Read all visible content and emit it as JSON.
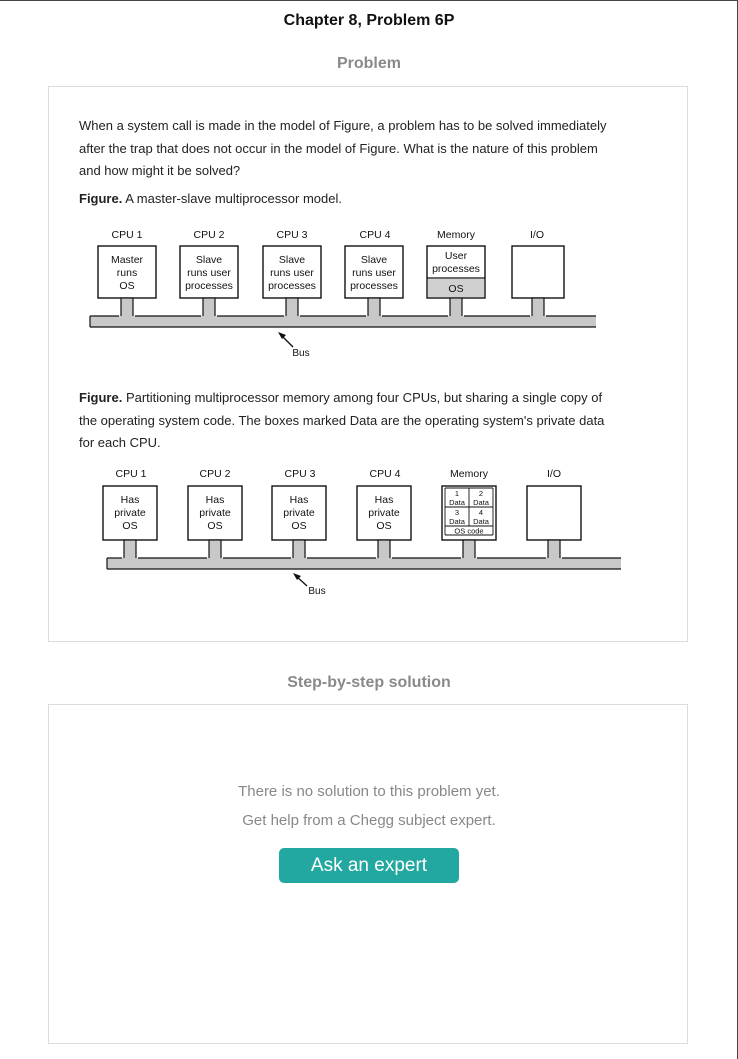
{
  "header": {
    "chapter_title": "Chapter 8, Problem 6P"
  },
  "problem": {
    "section_title": "Problem",
    "lines": [
      "When a system call is made in the model of Figure, a problem has to be solved immediately",
      "after the trap that does not occur in the model of Figure. What is the nature of this problem",
      "and how might it be solved?"
    ],
    "figure1": {
      "caption_label": "Figure.",
      "caption_text": " A master-slave multiprocessor model.",
      "units": [
        "CPU 1",
        "CPU 2",
        "CPU 3",
        "CPU 4",
        "Memory",
        "I/O"
      ],
      "box_lines": [
        [
          "Master",
          "runs",
          "OS"
        ],
        [
          "Slave",
          "runs user",
          "processes"
        ],
        [
          "Slave",
          "runs user",
          "processes"
        ],
        [
          "Slave",
          "runs user",
          "processes"
        ]
      ],
      "memory_top": [
        "User",
        "processes"
      ],
      "memory_bottom": "OS",
      "bus_label": "Bus"
    },
    "figure2": {
      "caption_label": "Figure.",
      "caption_lines": [
        " Partitioning multiprocessor memory among four CPUs, but sharing a single copy of",
        "the operating system code. The boxes marked Data are the operating system's private data",
        "for each CPU."
      ],
      "units": [
        "CPU 1",
        "CPU 2",
        "CPU 3",
        "CPU 4",
        "Memory",
        "I/O"
      ],
      "box_lines": [
        "Has",
        "private",
        "OS"
      ],
      "memory_cells": [
        "1",
        "2",
        "3",
        "4"
      ],
      "memory_data": "Data",
      "memory_os": "OS code",
      "bus_label": "Bus"
    }
  },
  "solution": {
    "section_title": "Step-by-step solution",
    "line1": "There is no solution to this problem yet.",
    "line2": "Get help from a Chegg subject expert.",
    "button_label": "Ask an expert"
  },
  "colors": {
    "accent": "#22a8a0",
    "bus": "#c8c8c8",
    "memory_fill": "#d0d0d0"
  }
}
